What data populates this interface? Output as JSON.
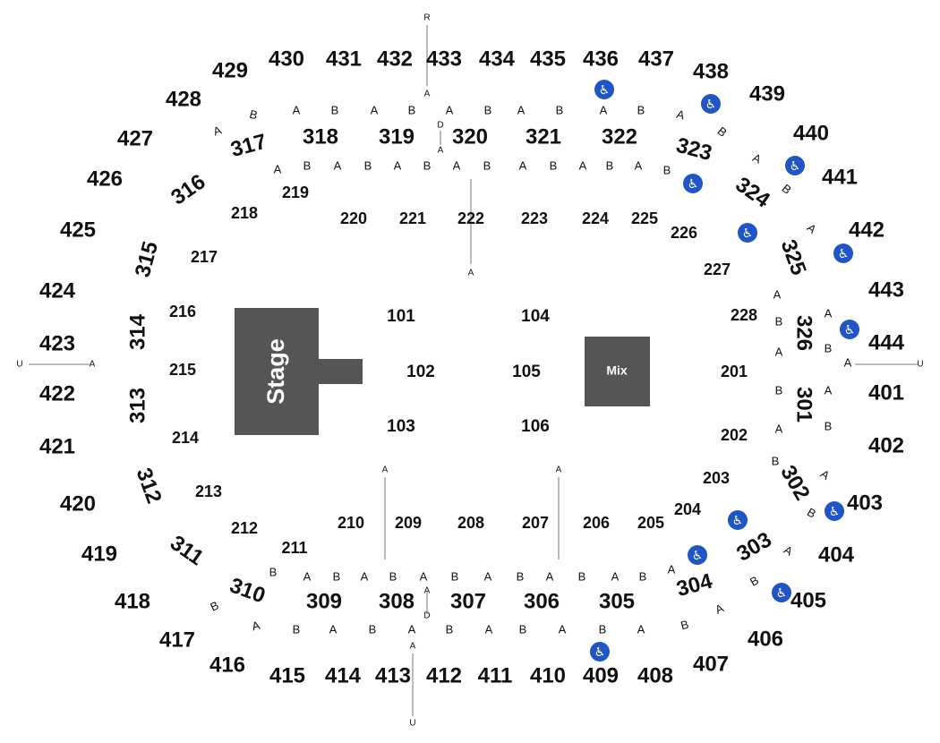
{
  "venue": {
    "stage_label": "Stage",
    "mix_label": "Mix"
  },
  "colors": {
    "block": "#555555",
    "wheelchair": "#1f55c9",
    "text": "#111111"
  },
  "sections_400": [
    "401",
    "402",
    "403",
    "404",
    "405",
    "406",
    "407",
    "408",
    "409",
    "410",
    "411",
    "412",
    "413",
    "414",
    "415",
    "416",
    "417",
    "418",
    "419",
    "420",
    "421",
    "422",
    "423",
    "424",
    "425",
    "426",
    "427",
    "428",
    "429",
    "430",
    "431",
    "432",
    "433",
    "434",
    "435",
    "436",
    "437",
    "438",
    "439",
    "440",
    "441",
    "442",
    "443",
    "444"
  ],
  "sections_300": [
    "301",
    "302",
    "303",
    "304",
    "305",
    "306",
    "307",
    "308",
    "309",
    "310",
    "311",
    "312",
    "313",
    "314",
    "315",
    "316",
    "317",
    "318",
    "319",
    "320",
    "321",
    "322",
    "323",
    "324",
    "325",
    "326"
  ],
  "sections_200": [
    "201",
    "202",
    "203",
    "204",
    "205",
    "206",
    "207",
    "208",
    "209",
    "210",
    "211",
    "212",
    "213",
    "214",
    "215",
    "216",
    "217",
    "218",
    "219",
    "220",
    "221",
    "222",
    "223",
    "224",
    "225",
    "226",
    "227",
    "228"
  ],
  "sections_100": [
    "101",
    "102",
    "103",
    "104",
    "105",
    "106"
  ],
  "row_label_a": "A",
  "row_label_b": "B",
  "aisle_labels": {
    "r": "R",
    "u": "U",
    "a": "A",
    "d": "D"
  },
  "wheelchair_icon": "wheelchair-icon"
}
